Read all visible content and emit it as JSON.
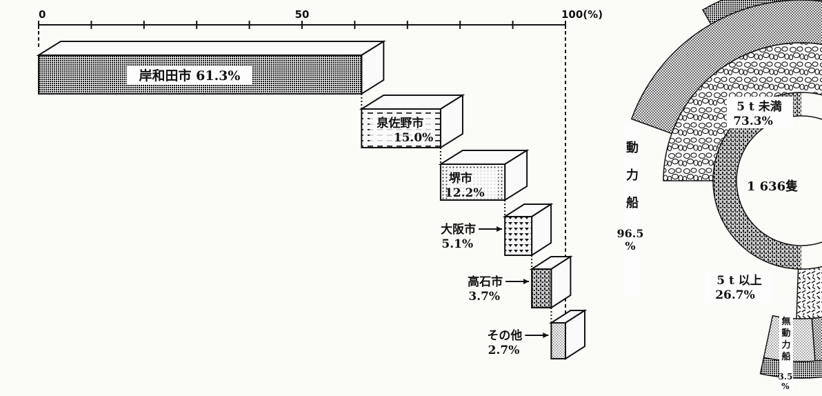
{
  "chart_data": [
    {
      "type": "bar",
      "categories": [
        "岸和田市",
        "泉佐野市",
        "堺市",
        "大阪市",
        "高石市",
        "その他"
      ],
      "values": [
        61.3,
        15.0,
        12.2,
        5.1,
        3.7,
        2.7
      ],
      "value_labels": [
        "61.3%",
        "15.0%",
        "12.2%",
        "5.1%",
        "3.7%",
        "2.7%"
      ],
      "axis_ticks": [
        "0",
        "50",
        "100(%)"
      ],
      "xlim": [
        0,
        100
      ],
      "stacked_cumulative": true
    },
    {
      "type": "pie",
      "total_label": "1 636隻",
      "outer_ring": [
        {
          "name": "動力船",
          "value": 96.5,
          "label": "96.5\n%"
        },
        {
          "name": "無動力船",
          "value": 3.5,
          "label": "3.5\n%"
        }
      ],
      "inner_ring": [
        {
          "name": "5 t 未満",
          "value": 73.3,
          "label": "73.3%"
        },
        {
          "name": "5 t 以上",
          "value": 26.7,
          "label": "26.7%"
        }
      ]
    }
  ],
  "colors": {
    "ink": "#111111",
    "paper": "#fbfbf8",
    "shade_dark": "#4a4a4a",
    "shade_mid": "#9a9a9a",
    "shade_light": "#cfcfcf"
  }
}
